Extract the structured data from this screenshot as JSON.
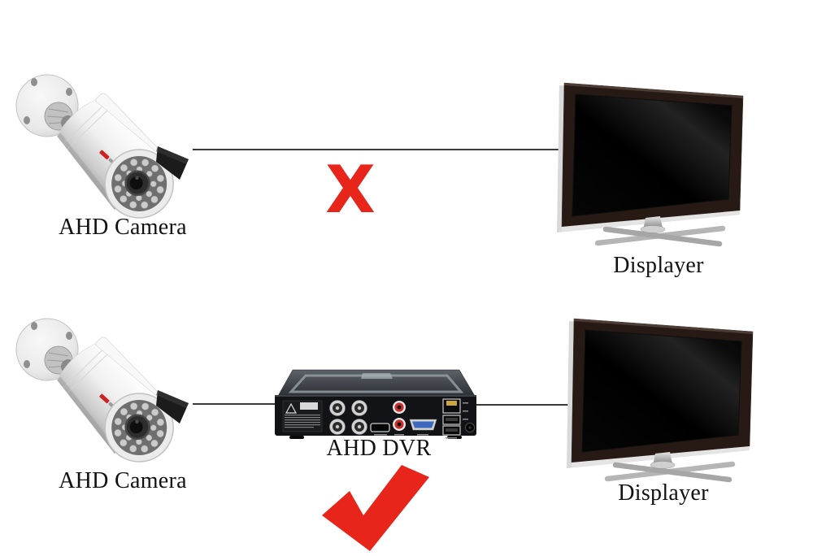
{
  "colors": {
    "background": "#ffffff",
    "red": "#e8251b",
    "line": "#3a3a3a",
    "label": "#111111"
  },
  "top_row": {
    "camera_label": "AHD Camera",
    "wrong_symbol": "X",
    "display_label": "Displayer"
  },
  "bottom_row": {
    "camera_label": "AHD Camera",
    "dvr_label": "AHD DVR",
    "display_label": "Displayer"
  },
  "icons": {
    "cross": "x-mark",
    "check": "checkmark",
    "camera": "ahd-bullet-camera",
    "display": "flat-screen-monitor",
    "dvr": "ahd-dvr-rear-panel"
  }
}
